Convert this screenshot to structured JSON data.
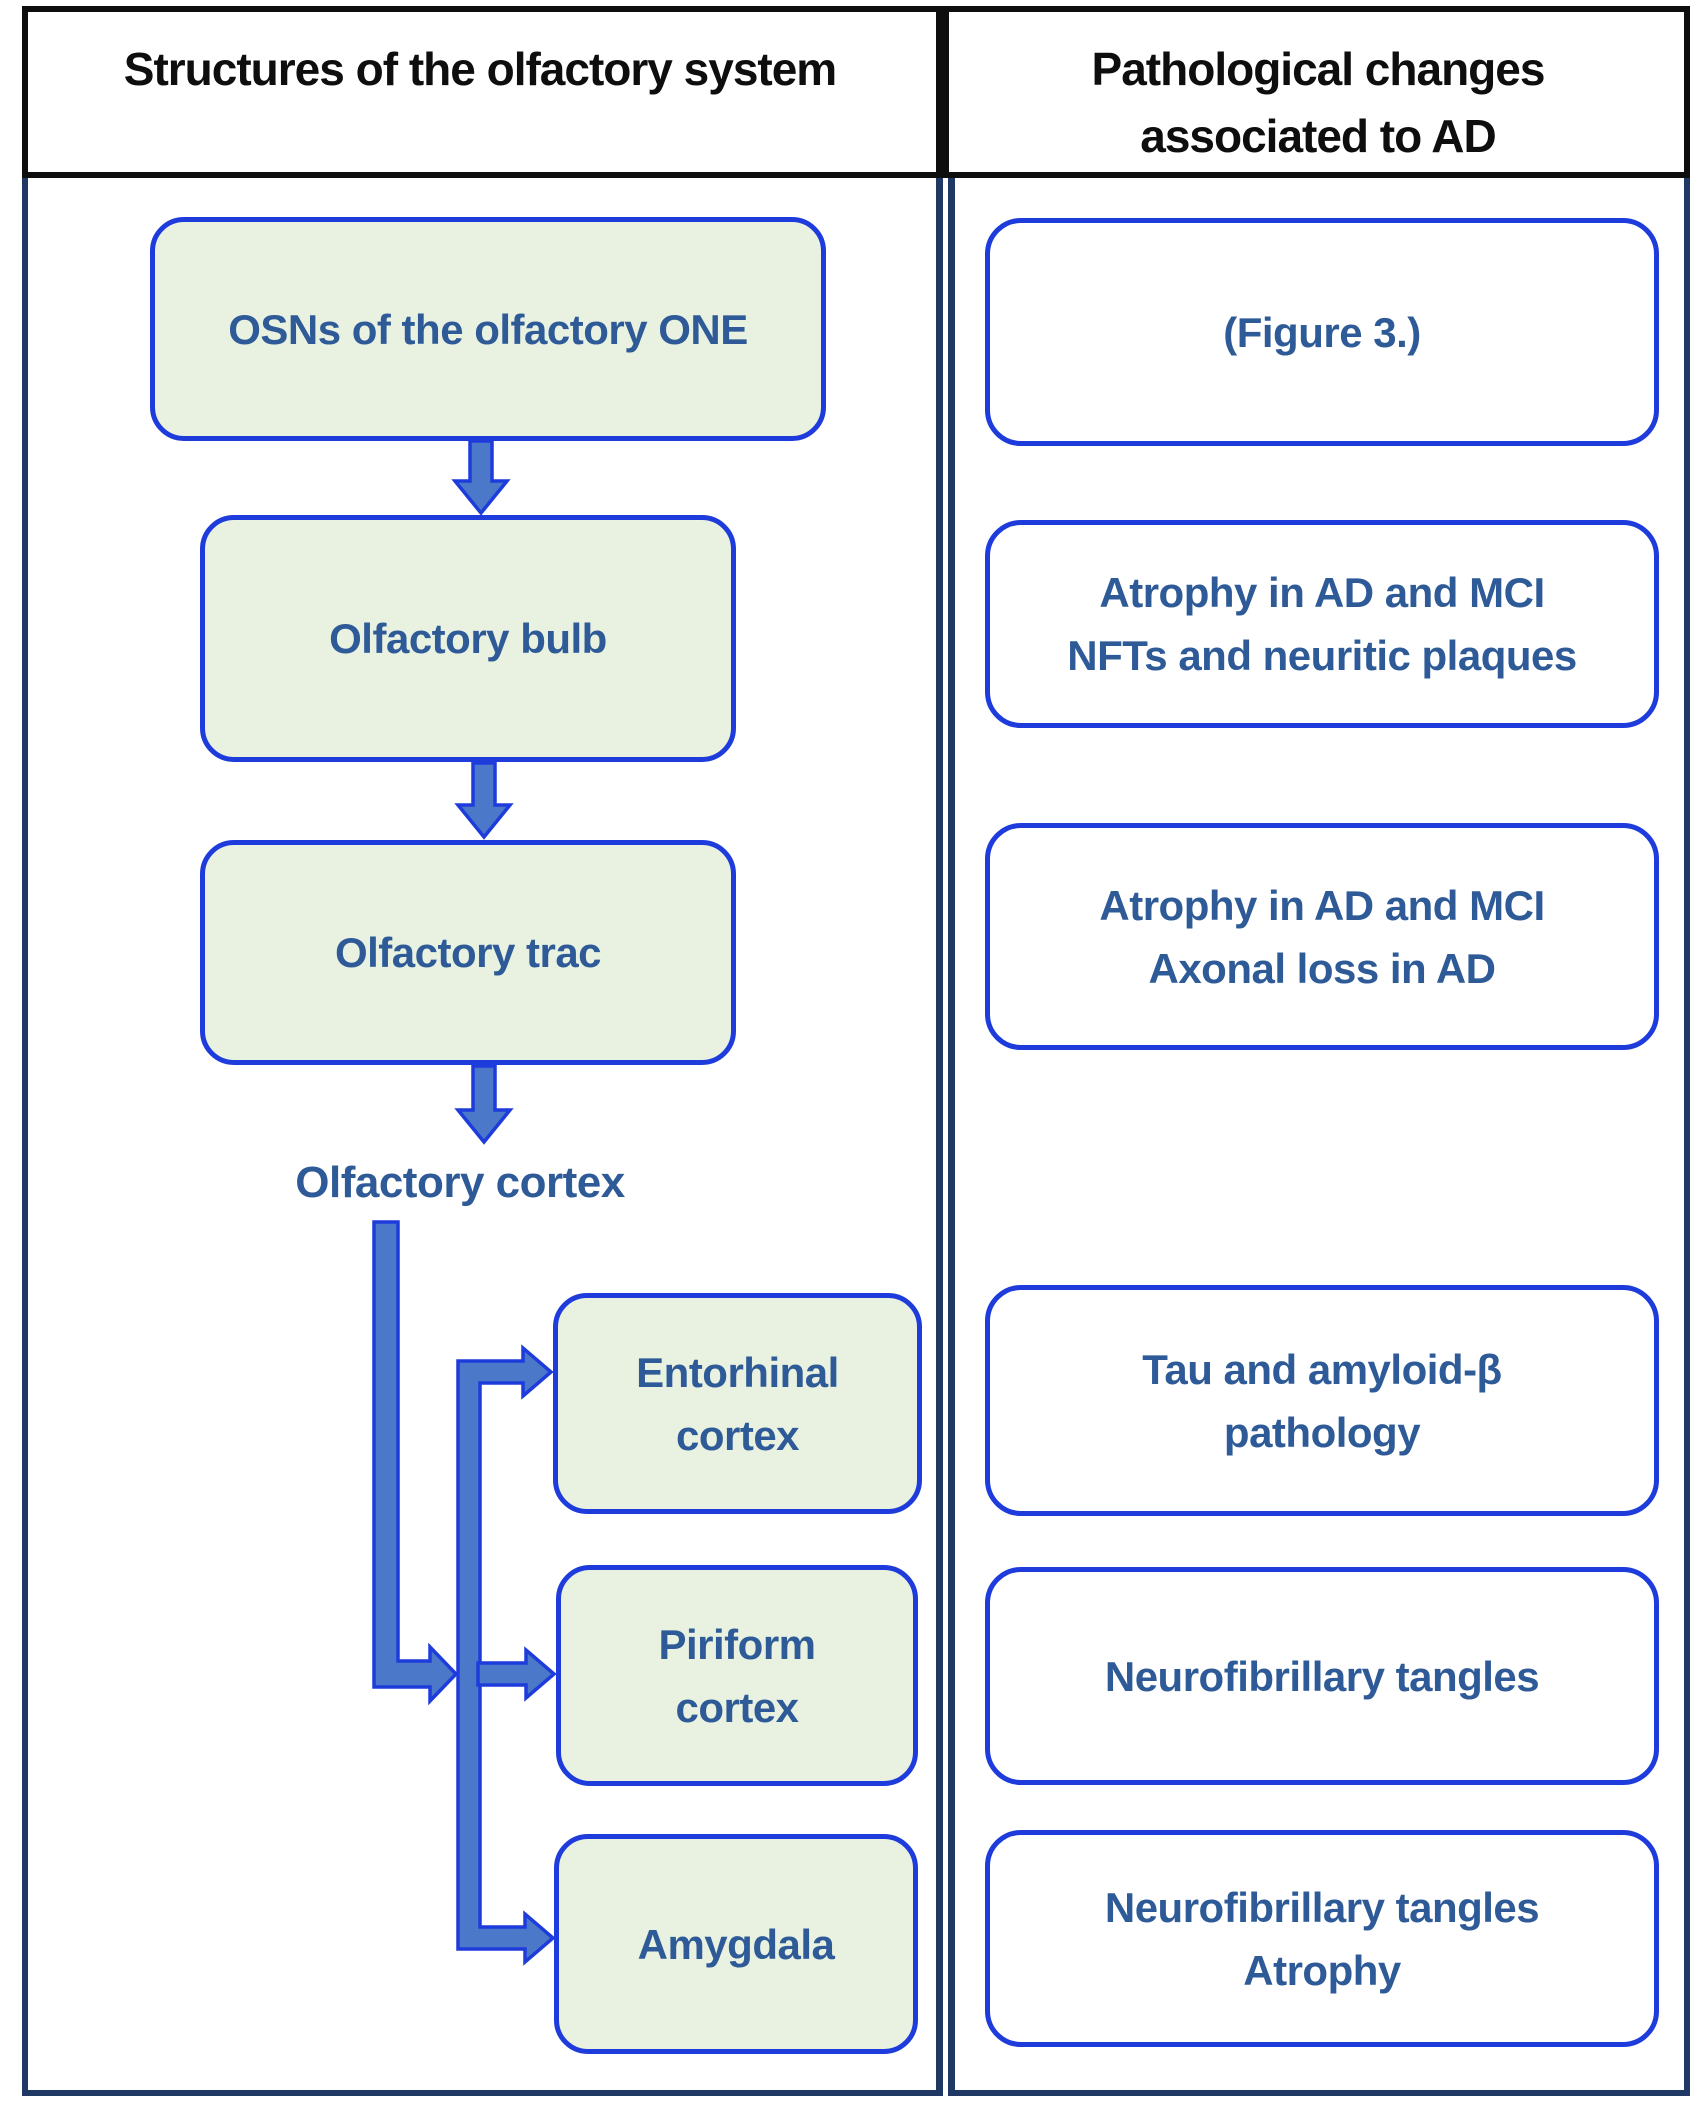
{
  "header": {
    "left_title": "Structures of the olfactory system",
    "right_title_lines": [
      "Pathological changes",
      "associated to AD"
    ]
  },
  "left_column": {
    "cortex_label": "Olfactory cortex",
    "boxes": [
      {
        "name": "osn",
        "lines": [
          "OSNs of the olfactory ONE"
        ]
      },
      {
        "name": "olfactory-bulb",
        "lines": [
          "Olfactory bulb"
        ]
      },
      {
        "name": "olfactory-tract",
        "lines": [
          "Olfactory trac"
        ]
      },
      {
        "name": "entorhinal-cortex",
        "lines": [
          "Entorhinal",
          "cortex"
        ]
      },
      {
        "name": "piriform-cortex",
        "lines": [
          "Piriform",
          "cortex"
        ]
      },
      {
        "name": "amygdala",
        "lines": [
          "Amygdala"
        ]
      }
    ]
  },
  "right_column": {
    "boxes": [
      {
        "lines": [
          "(Figure 3.)"
        ]
      },
      {
        "lines": [
          "Atrophy in AD and MCI",
          "NFTs and neuritic plaques"
        ]
      },
      {
        "lines": [
          "Atrophy in AD and MCI",
          "Axonal loss in AD"
        ]
      },
      {
        "lines": [
          "Tau and amyloid-β",
          "pathology"
        ]
      },
      {
        "lines": [
          "Neurofibrillary tangles"
        ]
      },
      {
        "lines": [
          "Neurofibrillary tangles",
          "Atrophy"
        ]
      }
    ]
  },
  "colors": {
    "box_border_blue": "#1e3cdc",
    "box_fill_green": "#e9f1e1",
    "box_fill_white": "#ffffff",
    "arrow_fill_blue": "#4b78c8",
    "text_blue": "#2e5b97",
    "frame_navy": "#1f3864",
    "header_border_black": "#0e0e0e"
  }
}
